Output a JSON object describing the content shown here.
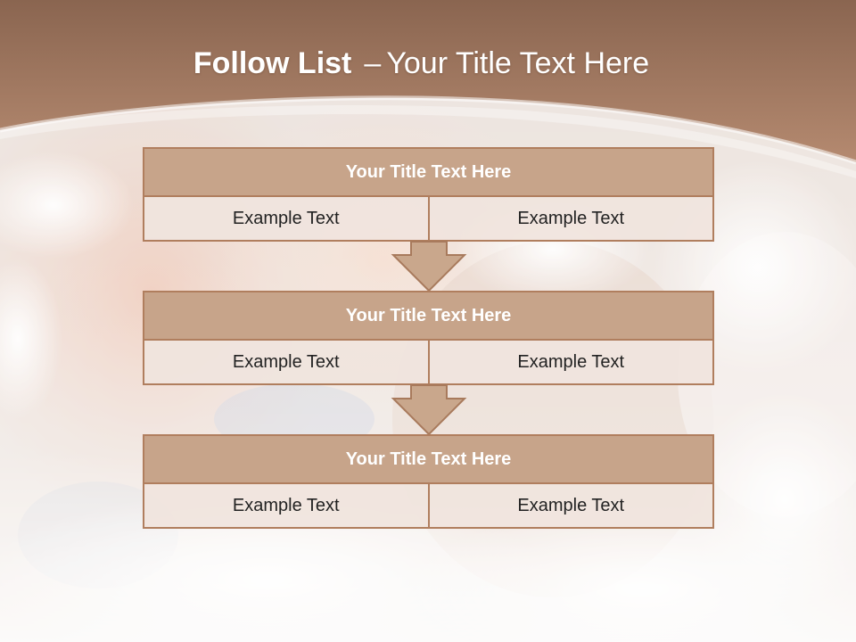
{
  "slide": {
    "title_bold": "Follow List",
    "title_separator": "–",
    "title_rest": "Your Title Text Here"
  },
  "blocks": [
    {
      "title": "Your Title Text Here",
      "left": "Example Text",
      "right": "Example Text"
    },
    {
      "title": "Your Title Text Here",
      "left": "Example Text",
      "right": "Example Text"
    },
    {
      "title": "Your Title Text Here",
      "left": "Example Text",
      "right": "Example Text"
    }
  ],
  "colors": {
    "header_band": "#9c735a",
    "title_fill": "#c7a48a",
    "border": "#b07e5e",
    "cell_fill": "#f0e4de",
    "arrow_fill": "#c9a78c"
  },
  "icons": [
    "down-arrow-icon",
    "down-arrow-icon"
  ]
}
